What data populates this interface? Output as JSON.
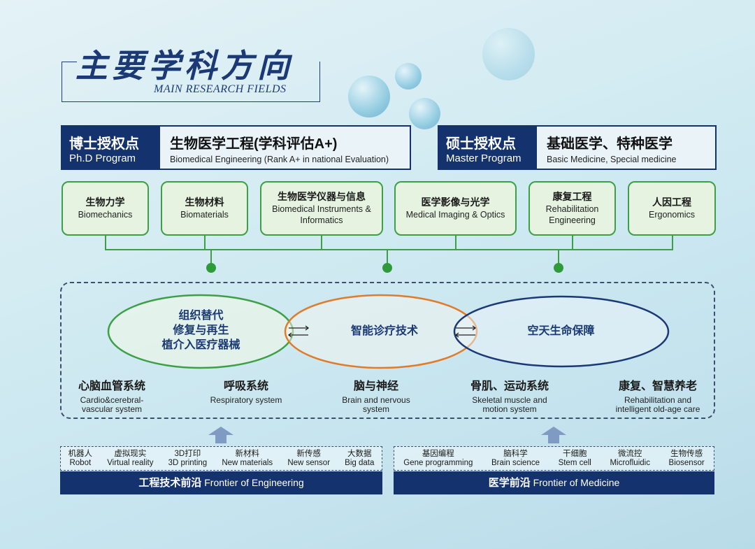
{
  "header": {
    "title_zh": "主要学科方向",
    "title_en": "MAIN RESEARCH FIELDS"
  },
  "programs": [
    {
      "type_zh": "博士授权点",
      "type_en": "Ph.D Program",
      "field_zh": "生物医学工程(学科评估A+)",
      "field_en": "Biomedical Engineering (Rank A+ in national Evaluation)"
    },
    {
      "type_zh": "硕士授权点",
      "type_en": "Master Program",
      "field_zh": "基础医学、特种医学",
      "field_en": "Basic Medicine, Special medicine"
    }
  ],
  "fields": [
    {
      "zh": "生物力学",
      "en": "Biomechanics"
    },
    {
      "zh": "生物材料",
      "en": "Biomaterials"
    },
    {
      "zh": "生物医学仪器与信息",
      "en": "Biomedical Instruments & Informatics"
    },
    {
      "zh": "医学影像与光学",
      "en": "Medical Imaging & Optics"
    },
    {
      "zh": "康复工程",
      "en": "Rehabilitation Engineering"
    },
    {
      "zh": "人因工程",
      "en": "Ergonomics"
    }
  ],
  "areas": {
    "left": [
      "组织替代",
      "修复与再生",
      "植介入医疗器械"
    ],
    "center": "智能诊疗技术",
    "right": "空天生命保障"
  },
  "colors": {
    "left": "#3ea046",
    "center": "#e07b2a",
    "right": "#1b3a75"
  },
  "systems": [
    {
      "zh": "心脑血管系统",
      "en": "Cardio&cerebral-vascular system"
    },
    {
      "zh": "呼吸系统",
      "en": "Respiratory system"
    },
    {
      "zh": "脑与神经",
      "en": "Brain and nervous system"
    },
    {
      "zh": "骨肌、运动系统",
      "en": "Skeletal muscle and motion system"
    },
    {
      "zh": "康复、智慧养老",
      "en": "Rehabilitation and intelligent old-age care"
    }
  ],
  "engineering": {
    "label_zh": "工程技术前沿",
    "label_en": "Frontier of Engineering",
    "items": [
      {
        "zh": "机器人",
        "en": "Robot"
      },
      {
        "zh": "虚拟现实",
        "en": "Virtual reality"
      },
      {
        "zh": "3D打印",
        "en": "3D printing"
      },
      {
        "zh": "新材料",
        "en": "New materials"
      },
      {
        "zh": "新传感",
        "en": "New sensor"
      },
      {
        "zh": "大数据",
        "en": "Big data"
      }
    ]
  },
  "medicine": {
    "label_zh": "医学前沿",
    "label_en": "Frontier of Medicine",
    "items": [
      {
        "zh": "基因编程",
        "en": "Gene programming"
      },
      {
        "zh": "脑科学",
        "en": "Brain science"
      },
      {
        "zh": "干细胞",
        "en": "Stem cell"
      },
      {
        "zh": "微流控",
        "en": "Microfluidic"
      },
      {
        "zh": "生物传感",
        "en": "Biosensor"
      }
    ]
  }
}
